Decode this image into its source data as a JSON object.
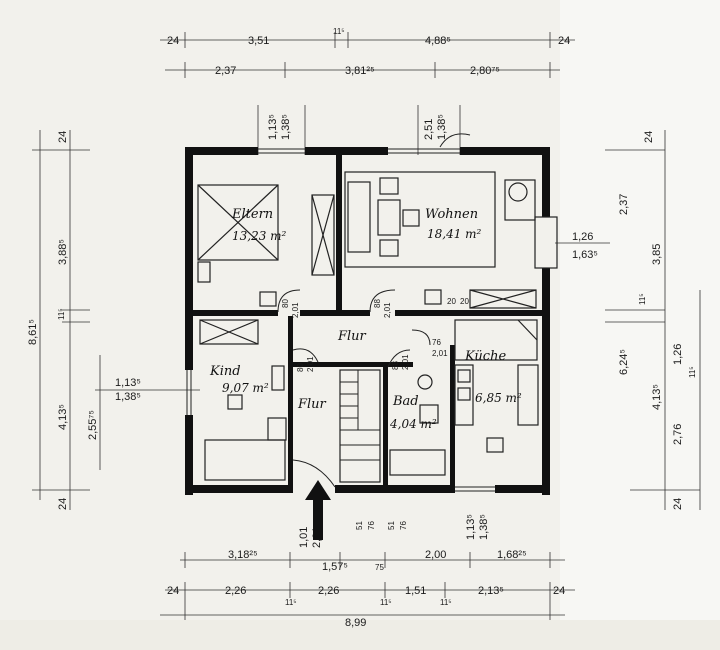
{
  "rooms": {
    "eltern": {
      "name": "Eltern",
      "area": "13,23 m²"
    },
    "wohnen": {
      "name": "Wohnen",
      "area": "18,41 m²"
    },
    "kind": {
      "name": "Kind",
      "area": "9,07 m²"
    },
    "kueche": {
      "name": "Küche",
      "area": "6,85 m²"
    },
    "bad": {
      "name": "Bad",
      "area": "4,04 m²"
    },
    "flur_oben": {
      "name": "Flur"
    },
    "flur_unten": {
      "name": "Flur"
    }
  },
  "dims_top": {
    "a1": "24",
    "a2": "3,51",
    "a3": "11⁵",
    "a4": "4,88⁵",
    "a5": "24",
    "b1": "2,37",
    "b2": "3,81²⁵",
    "b3": "2,80⁷⁵",
    "w1a": "1,13⁵",
    "w1b": "1,38⁵",
    "w2a": "2,51",
    "w2b": "1,38⁵"
  },
  "dims_left": {
    "d1": "24",
    "d2": "3,88⁵",
    "d3": "11⁵",
    "d4": "4,13⁵",
    "d5": "24",
    "total": "8,61⁵",
    "d6": "2,55⁷⁵",
    "win_a": "1,13⁵",
    "win_b": "1,38⁵"
  },
  "dims_right": {
    "r1": "24",
    "r2": "2,37",
    "r3": "3,85",
    "r4": "11⁵",
    "r5": "6,24⁵",
    "r6": "4,13⁵",
    "r7": "1,26",
    "r8": "11⁵",
    "r9": "2,76",
    "r10": "24",
    "bay_a": "1,26",
    "bay_b": "1,63⁵"
  },
  "dims_bottom": {
    "c1": "3,18²⁵",
    "c2": "1,57⁵",
    "c3": "75",
    "c4": "2,00",
    "c5": "1,68²⁵",
    "e1": "24",
    "e2": "2,26",
    "e3": "11⁵",
    "e4": "2,26",
    "e5": "11⁵",
    "e6": "1,51",
    "e7": "11⁵",
    "e8": "2,13⁵",
    "e9": "24",
    "total": "8,99",
    "door_a": "1,01",
    "door_b": "2,01",
    "s1": "51",
    "s2": "76",
    "s3": "51",
    "s4": "76",
    "w_a": "1,13⁵",
    "w_b": "1,38⁵"
  },
  "doors": {
    "eltern_a": "80",
    "eltern_b": "2,01",
    "wohnen_a": "88",
    "wohnen_b": "2,01",
    "kind_a": "80",
    "kind_b": "2,01",
    "bad_a": "88",
    "bad_b": "2,01",
    "kueche_a": "76",
    "kueche_b": "2,01",
    "w_a": "20",
    "w_b": "20"
  }
}
